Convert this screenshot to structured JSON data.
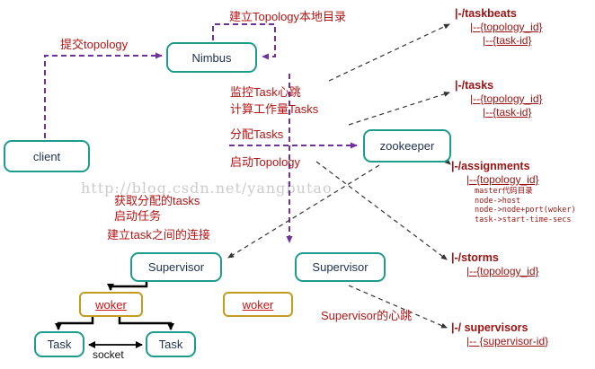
{
  "watermark": "http://blog.csdn.net/yangbutao",
  "nodes": {
    "client": "client",
    "nimbus": "Nimbus",
    "zookeeper": "zookeeper",
    "supervisor1": "Supervisor",
    "supervisor2": "Supervisor",
    "worker1": "woker",
    "worker2": "woker",
    "task1": "Task",
    "task2": "Task"
  },
  "annotations": {
    "create_local_dir": "建立Topology本地目录",
    "submit_topology": "提交topology",
    "monitor_heartbeat": "监控Task心跳",
    "compute_workload": "计算工作量Tasks",
    "assign_tasks": "分配Tasks",
    "start_topology": "启动Topology",
    "fetch_assigned_tasks": "获取分配的tasks",
    "start_tasks": "启动任务",
    "connect_tasks": "建立task之间的连接",
    "supervisor_heartbeat": "Supervisor的心跳",
    "socket": "socket"
  },
  "zk_tree": [
    {
      "root": "|-/taskbeats",
      "children": [
        "|--{topology_id}",
        "|--{task-id}"
      ]
    },
    {
      "root": "|-/tasks",
      "children": [
        "|--{topology_id}",
        "|--{task-id}"
      ]
    },
    {
      "root": "|-/assignments",
      "children": [
        "|--{topology_id}"
      ],
      "notes": [
        "master代码目录",
        "node->host",
        "node->node+port(woker)",
        "task->start-time-secs"
      ]
    },
    {
      "root": "|-/storms",
      "children": [
        "|--{topology_id}"
      ]
    },
    {
      "root": "|-/ supervisors",
      "children": [
        "|-- {supervisor-id}"
      ]
    }
  ]
}
